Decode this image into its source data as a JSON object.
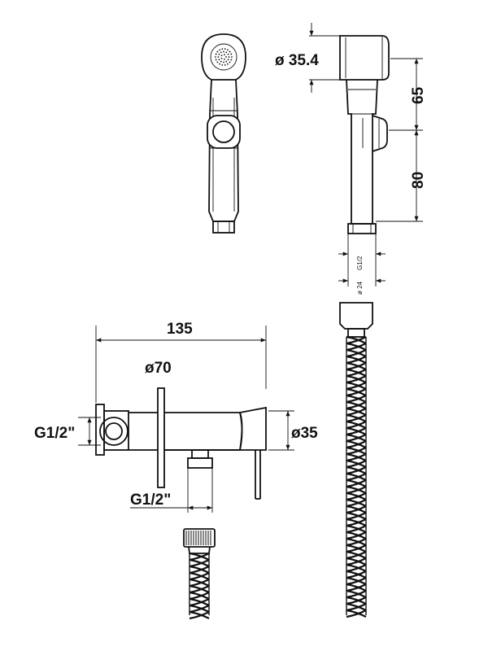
{
  "dimensions": {
    "handset_diameter": "ø 35.4",
    "height_upper": "65",
    "height_lower": "80",
    "thread_handset": "G1/2",
    "diameter_handset_base": "ø 24",
    "valve_width": "135",
    "flange_diameter": "ø70",
    "wall_inlet_thread": "G1/2\"",
    "valve_body_diameter": "ø35",
    "outlet_thread": "G1/2\""
  },
  "colors": {
    "line": "#111111",
    "background": "#ffffff"
  }
}
